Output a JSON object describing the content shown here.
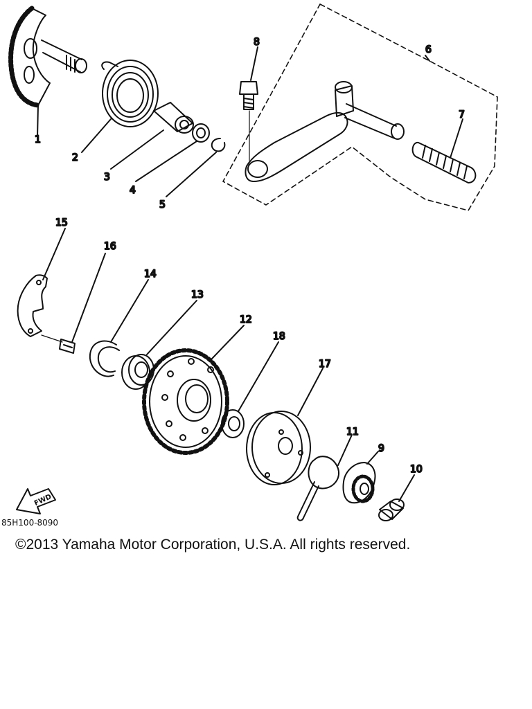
{
  "diagram": {
    "drawing_code": "85H100-8090",
    "copyright": "©2013 Yamaha Motor Corporation, U.S.A. All rights reserved.",
    "fwd_label": "FWD",
    "callouts": {
      "p1": "1",
      "p2": "2",
      "p3": "3",
      "p4": "4",
      "p5": "5",
      "p6": "6",
      "p7": "7",
      "p8": "8",
      "p9": "9",
      "p10": "10",
      "p11": "11",
      "p12": "12",
      "p13": "13",
      "p14": "14",
      "p15": "15",
      "p16": "16",
      "p17": "17",
      "p18": "18"
    }
  }
}
